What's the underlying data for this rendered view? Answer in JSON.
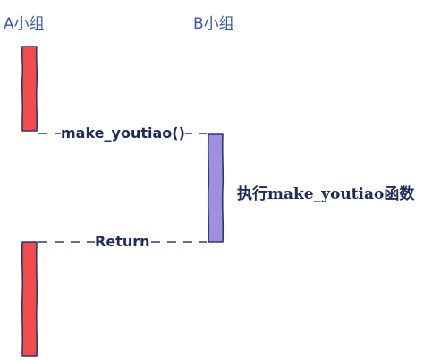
{
  "participants": {
    "a_label": "A小组",
    "b_label": "B小组"
  },
  "messages": {
    "call_label": "make_youtiao()",
    "return_label": "Return"
  },
  "note": {
    "text": "执行make_youtiao函数"
  },
  "colors": {
    "activation_a": "#f24b4b",
    "activation_b": "#a08ee0",
    "outline": "#2a3a6e",
    "text": "#1e2b5c"
  }
}
